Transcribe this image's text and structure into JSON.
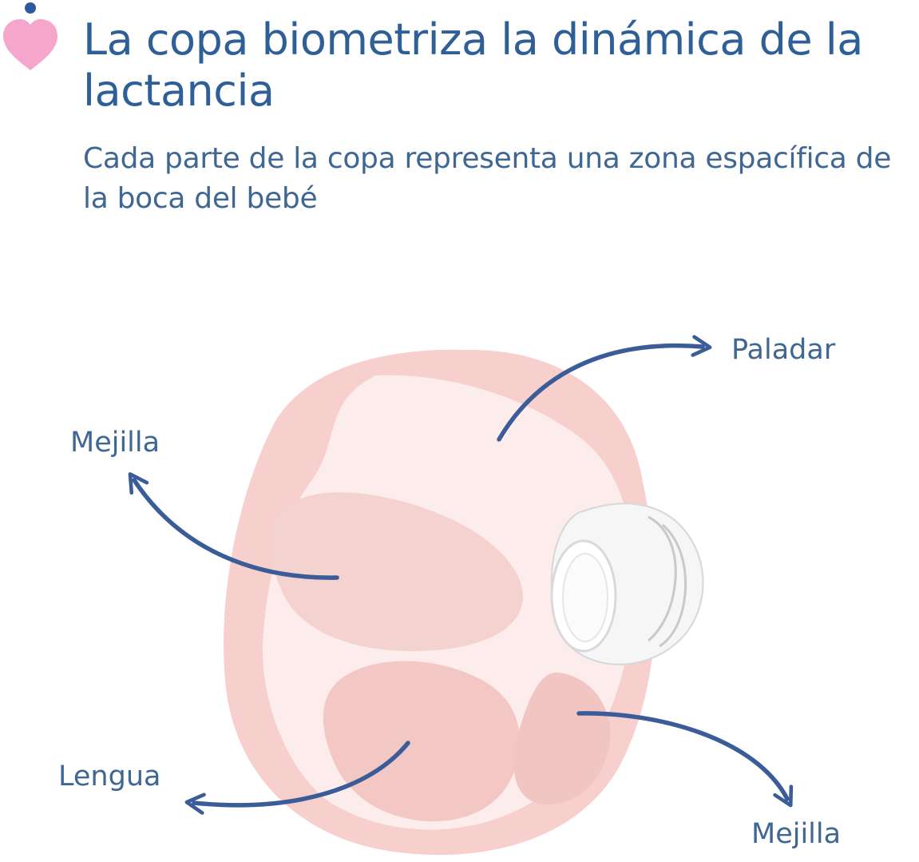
{
  "header": {
    "title": "La copa biometriza la dinámica de la lactancia",
    "subtitle": "Cada parte de la copa representa una zona espacífica de la boca del bebé"
  },
  "labels": {
    "palate": "Paladar",
    "cheek_top": "Mejilla",
    "tongue": "Lengua",
    "cheek_bottom": "Mejilla"
  },
  "icons": {
    "brand": "heart-icon"
  },
  "colors": {
    "text": "#2f5f97",
    "arrow": "#3a5c98",
    "heart": "#f4a6cc",
    "dot": "#2c5aa0",
    "cup_outer": "#f7cfcc",
    "cup_inner": "#f4d6d3"
  }
}
